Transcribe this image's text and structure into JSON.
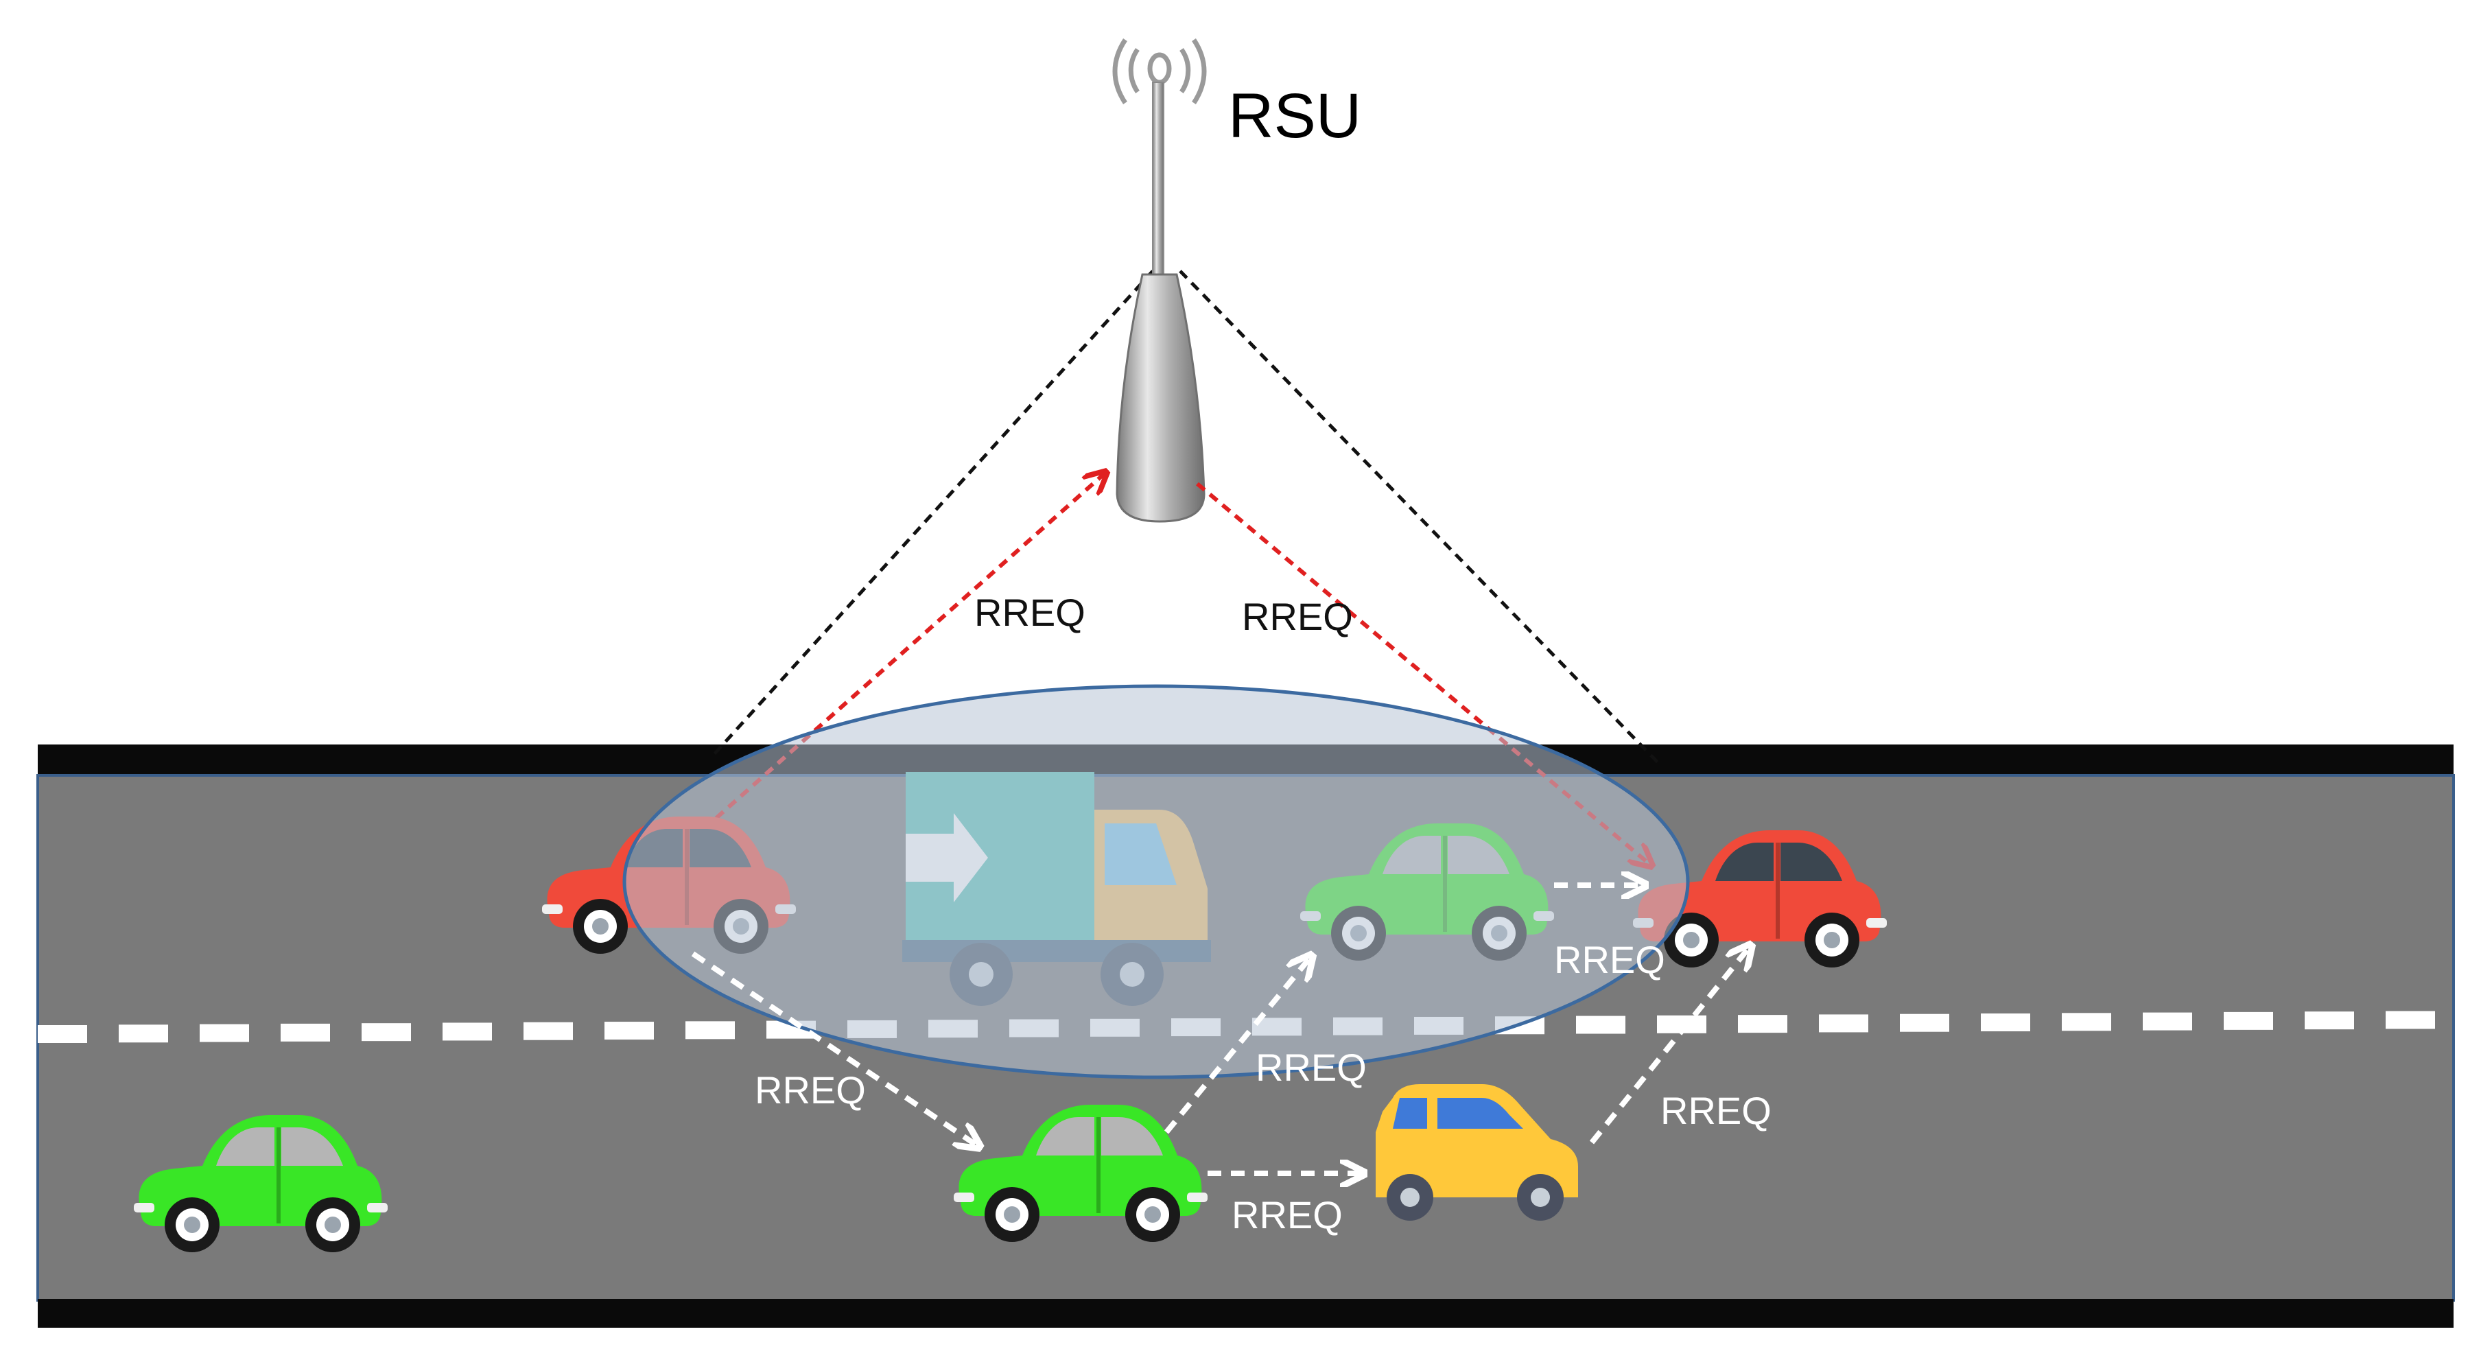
{
  "rsu": {
    "label": "RSU"
  },
  "messages": [
    {
      "id": "rreq-up",
      "label": "RREQ"
    },
    {
      "id": "rreq-down",
      "label": "RREQ"
    },
    {
      "id": "rreq-car1-car4",
      "label": "RREQ"
    },
    {
      "id": "rreq-car4-car2",
      "label": "RREQ"
    },
    {
      "id": "rreq-car4-car5",
      "label": "RREQ"
    },
    {
      "id": "rreq-car5-car3",
      "label": "RREQ"
    },
    {
      "id": "rreq-car2-car3",
      "label": "RREQ"
    }
  ],
  "colors": {
    "road": "#7a7a7a",
    "road_edge": "#0a0a0a",
    "lane_dash": "#ffffff",
    "coverage_fill": "#b8c4d6",
    "coverage_stroke": "#3c6aa0",
    "rsu_link": "#e02020",
    "v2v_link": "#ffffff",
    "car_red": "#f04a3a",
    "car_green": "#39e626",
    "car_yellow": "#ffc83a",
    "truck_cargo": "#5bc4b8",
    "truck_cab": "#f4c06a"
  }
}
